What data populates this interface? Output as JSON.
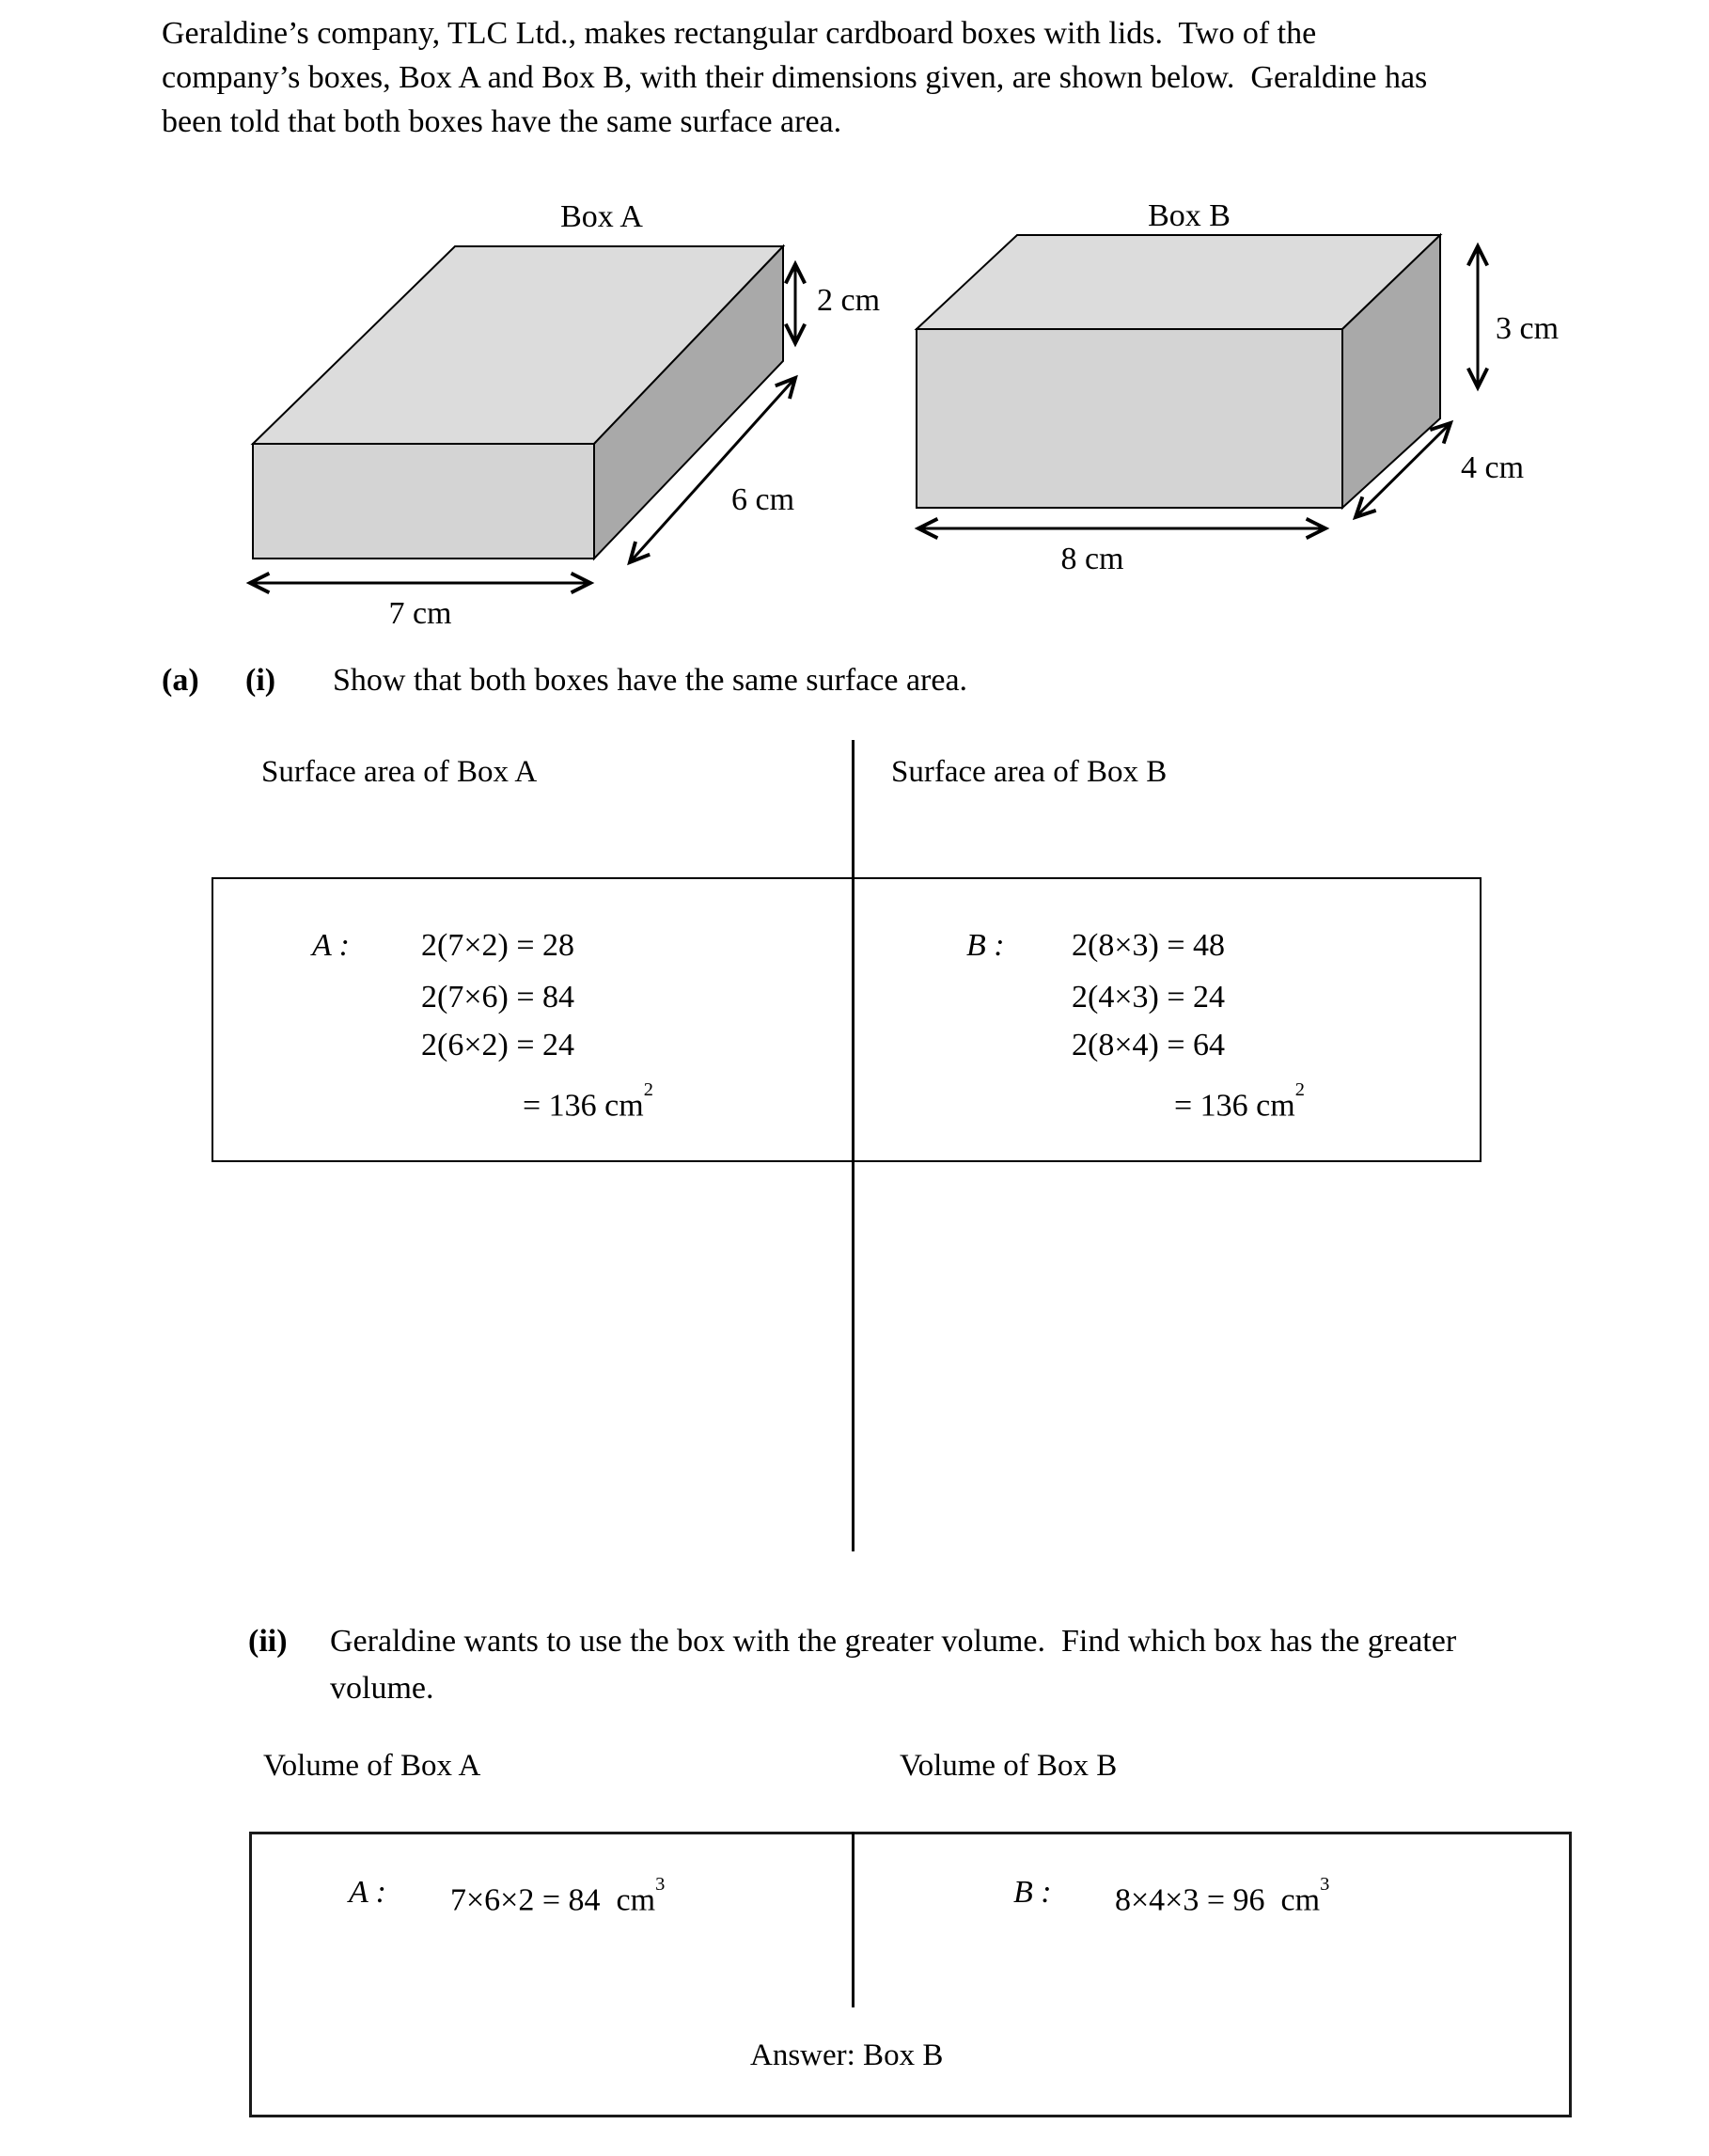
{
  "intro": {
    "lines": [
      "Geraldine’s company, TLC Ltd., makes rectangular cardboard boxes with lids.  Two of the",
      "company’s boxes, Box A and Box B, with their dimensions given, are shown below.  Geraldine has",
      "been told that both boxes have the same surface area."
    ]
  },
  "diagram": {
    "box_a": {
      "title": "Box A",
      "height_label": "2 cm",
      "depth_label": "6 cm",
      "width_label": "7 cm"
    },
    "box_b": {
      "title": "Box B",
      "height_label": "3 cm",
      "depth_label": "4 cm",
      "width_label": "8 cm"
    },
    "colors": {
      "top_face": "#dcdcdc",
      "front_face": "#d4d4d4",
      "side_face": "#a9a9a9",
      "outline": "#000000"
    }
  },
  "part_a": {
    "label": "(a)",
    "part_i": {
      "label": "(i)",
      "question": "Show that both boxes have the same surface area.",
      "left_heading": "Surface area of Box A",
      "right_heading": "Surface area of Box B",
      "work": {
        "left_label": "A :",
        "left_lines": [
          "2(7×2) = 28",
          "2(7×6) = 84",
          "2(6×2) = 24"
        ],
        "left_total": "= 136 cm",
        "left_total_sup": "2",
        "right_label": "B :",
        "right_lines": [
          "2(8×3) = 48",
          "2(4×3) = 24",
          "2(8×4) = 64"
        ],
        "right_total": "= 136 cm",
        "right_total_sup": "2"
      }
    },
    "part_ii": {
      "label": "(ii)",
      "question_line1": "Geraldine wants to use the box with the greater volume.  Find which box has the greater",
      "question_line2": "volume.",
      "left_heading": "Volume of Box A",
      "right_heading": "Volume of Box B",
      "work": {
        "left_label": "A :",
        "left_expr": "7×6×2 = 84  cm",
        "left_expr_sup": "3",
        "right_label": "B :",
        "right_expr": "8×4×3 = 96  cm",
        "right_expr_sup": "3",
        "answer": "Answer: Box B"
      }
    }
  }
}
